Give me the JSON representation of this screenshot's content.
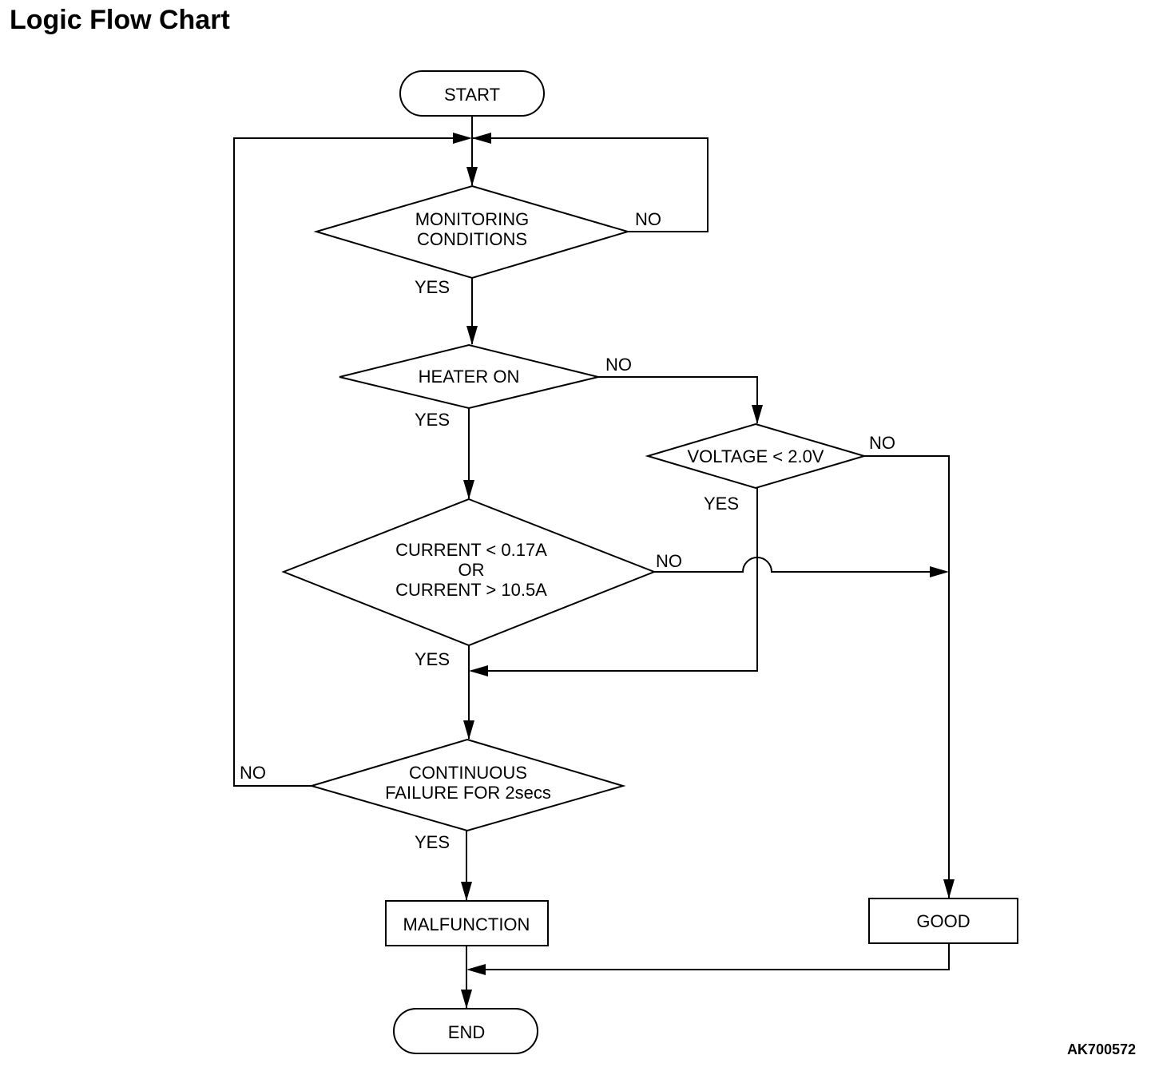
{
  "title": "Logic Flow Chart",
  "reference_code": "AK700572",
  "nodes": {
    "start": "START",
    "monitoring": [
      "MONITORING",
      "CONDITIONS"
    ],
    "heater": "HEATER ON",
    "voltage": "VOLTAGE < 2.0V",
    "current": [
      "CURRENT < 0.17A",
      "OR",
      "CURRENT > 10.5A"
    ],
    "continuous": [
      "CONTINUOUS",
      "FAILURE FOR 2secs"
    ],
    "malfunction": "MALFUNCTION",
    "good": "GOOD",
    "end": "END"
  },
  "edge_labels": {
    "monitoring_no": "NO",
    "monitoring_yes": "YES",
    "heater_no": "NO",
    "heater_yes": "YES",
    "voltage_no": "NO",
    "voltage_yes": "YES",
    "current_no": "NO",
    "current_yes": "YES",
    "continuous_no": "NO",
    "continuous_yes": "YES"
  }
}
